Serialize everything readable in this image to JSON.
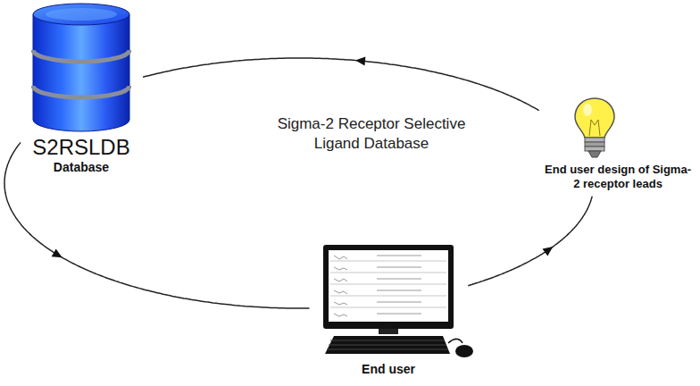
{
  "diagram": {
    "nodes": [
      {
        "text": [
          "S2RSLDB",
          "Database"
        ]
      },
      {
        "text": [
          "End user"
        ]
      },
      {
        "text": [
          "End user design of Sigma-2 receptor leads"
        ]
      }
    ],
    "edges": [
      {
        "from": 0,
        "to": 1,
        "arrow": "to"
      },
      {
        "from": 1,
        "to": 2,
        "arrow": "to"
      },
      {
        "from": 2,
        "to": 0,
        "arrow": "to"
      }
    ],
    "labels": [
      "Sigma-2 Receptor Selective Ligand Database"
    ]
  }
}
